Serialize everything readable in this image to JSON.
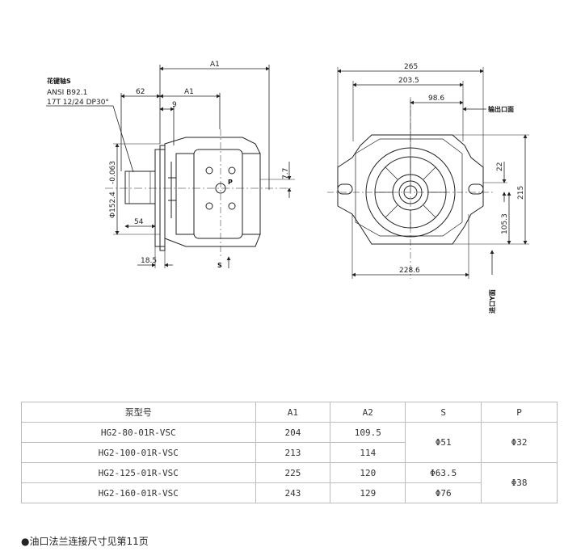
{
  "left_view": {
    "spline_label": [
      "花键轴S",
      "ANSI B92.1",
      "17T 12/24 DP30°"
    ],
    "dim_A1_top": "A1",
    "dim_62": "62",
    "dim_A1_mid": "A1",
    "dim_9": "9",
    "dim_dia": "Φ152.4",
    "dim_dia_tol": "-0.063",
    "dim_54": "54",
    "dim_18_5": "18.5",
    "dim_7_7": "7.7",
    "port_P": "P",
    "port_S": "S"
  },
  "right_view": {
    "dim_265": "265",
    "dim_203_5": "203.5",
    "dim_98_6": "98.6",
    "outlet_label": "输出口面",
    "dim_22": "22",
    "dim_215": "215",
    "dim_105_3": "105.3",
    "dim_228_6": "228.6",
    "inlet_label": "进口Y面"
  },
  "table": {
    "headers": [
      "泵型号",
      "A1",
      "A2",
      "S",
      "P"
    ],
    "rows": [
      {
        "model": "HG2-80-01R-VSC",
        "a1": "204",
        "a2": "109.5"
      },
      {
        "model": "HG2-100-01R-VSC",
        "a1": "213",
        "a2": "114"
      },
      {
        "model": "HG2-125-01R-VSC",
        "a1": "225",
        "a2": "120"
      },
      {
        "model": "HG2-160-01R-VSC",
        "a1": "243",
        "a2": "129"
      }
    ],
    "s_values": [
      "Φ51",
      "Φ63.5",
      "Φ76"
    ],
    "p_values": [
      "Φ32",
      "Φ38"
    ]
  },
  "note": "●油口法兰连接尺寸见第11页"
}
